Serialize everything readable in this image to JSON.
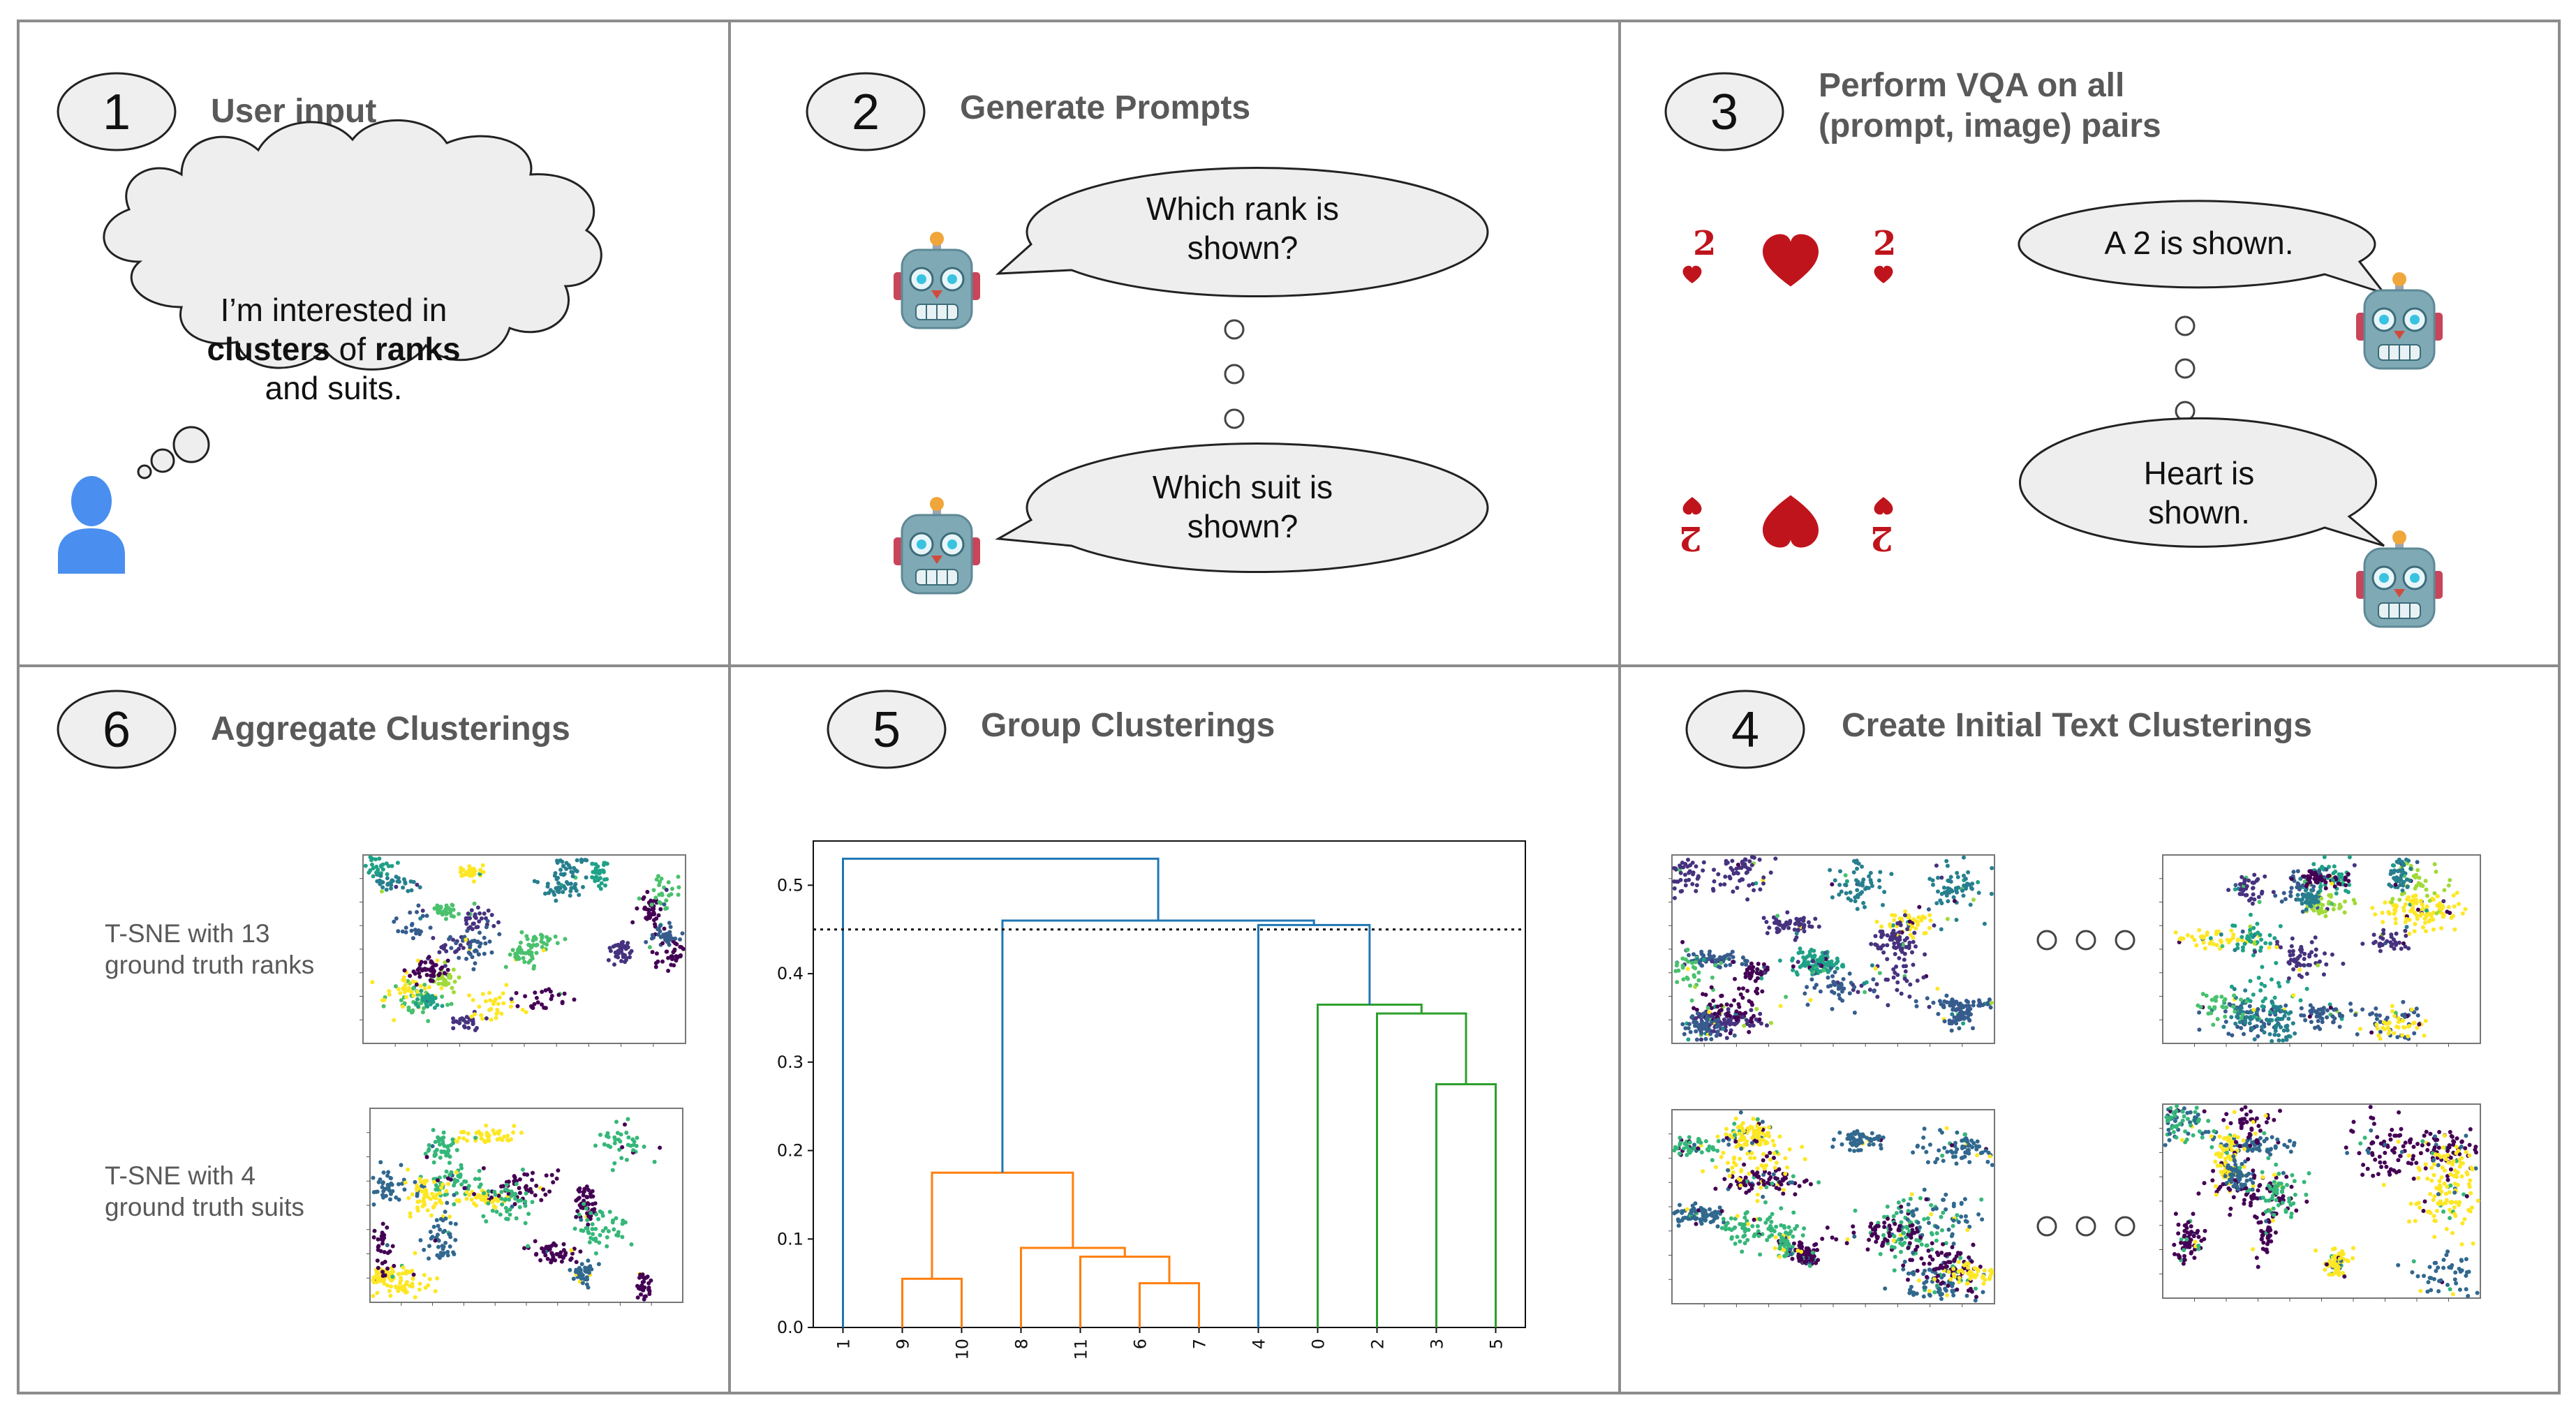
{
  "steps": [
    {
      "num": "1",
      "title": "User input"
    },
    {
      "num": "2",
      "title": "Generate Prompts"
    },
    {
      "num": "3",
      "title_line1": "Perform VQA on all",
      "title_line2": "(prompt, image) pairs"
    },
    {
      "num": "4",
      "title": "Create Initial Text Clusterings"
    },
    {
      "num": "5",
      "title": "Group Clusterings"
    },
    {
      "num": "6",
      "title": "Aggregate Clusterings"
    }
  ],
  "user_thought": {
    "line1": "I’m interested in",
    "line2_parts": [
      {
        "text": "clusters",
        "bold": true
      },
      {
        "text": " of ",
        "bold": false
      },
      {
        "text": "ranks",
        "bold": true
      }
    ],
    "line3": "and suits."
  },
  "prompts": {
    "q1_line1": "Which rank is",
    "q1_line2": "shown?",
    "q2_line1": "Which suit is",
    "q2_line2": "shown?"
  },
  "vqa": {
    "card_rank": "2",
    "a1": "A 2 is shown.",
    "a2_line1": "Heart is",
    "a2_line2": "shown."
  },
  "aggregate": {
    "cap1_line1": "T-SNE with 13",
    "cap1_line2": "ground truth ranks",
    "cap2_line1": "T-SNE with 4",
    "cap2_line2": "ground truth suits"
  },
  "icons": [
    "person-icon",
    "robot-icon",
    "heart-icon",
    "thought-cloud-icon",
    "speech-bubble-icon",
    "ellipsis-dots"
  ],
  "colors": {
    "blue": "#1f77b4",
    "orange": "#ff7f0e",
    "green": "#2ca02c",
    "person": "#4a8ef0"
  },
  "chart_data": {
    "type": "dendrogram",
    "leaves": [
      "1",
      "9",
      "10",
      "8",
      "11",
      "6",
      "7",
      "4",
      "0",
      "2",
      "3",
      "5"
    ],
    "ylim": [
      0,
      0.55
    ],
    "yticks": [
      "0.0",
      "0.1",
      "0.2",
      "0.3",
      "0.4",
      "0.5"
    ],
    "threshold": 0.45,
    "merges": [
      {
        "left": "6",
        "right": "7",
        "height": 0.05,
        "color": "#ff7f0e"
      },
      {
        "left": "9",
        "right": "10",
        "height": 0.055,
        "color": "#ff7f0e"
      },
      {
        "left": "11",
        "right": "(6,7)",
        "height": 0.08,
        "color": "#ff7f0e"
      },
      {
        "left": "8",
        "right": "(11,6,7)",
        "height": 0.09,
        "color": "#ff7f0e"
      },
      {
        "left": "(9,10)",
        "right": "(8,11,6,7)",
        "height": 0.175,
        "color": "#ff7f0e"
      },
      {
        "left": "3",
        "right": "5",
        "height": 0.275,
        "color": "#2ca02c"
      },
      {
        "left": "2",
        "right": "(3,5)",
        "height": 0.355,
        "color": "#2ca02c"
      },
      {
        "left": "0",
        "right": "(2,3,5)",
        "height": 0.365,
        "color": "#2ca02c"
      },
      {
        "left": "4",
        "right": "(0,2,3,5)",
        "height": 0.455,
        "color": "#1f77b4"
      },
      {
        "left": "(9,10,8,11,6,7)",
        "right": "(4,0,2,3,5)",
        "height": 0.46,
        "color": "#1f77b4"
      },
      {
        "left": "1",
        "right": "rest",
        "height": 0.53,
        "color": "#1f77b4"
      }
    ]
  }
}
